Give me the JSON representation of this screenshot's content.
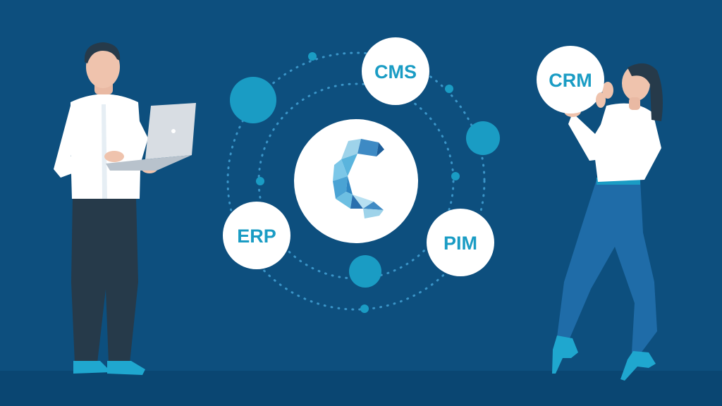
{
  "illustration": {
    "colors": {
      "background": "#0d4f7e",
      "accent": "#1a9cc4",
      "node_fill": "#ffffff",
      "label_text": "#1a9cc4",
      "dots": "#3a94c7"
    },
    "hub": {
      "icon": "polygonal-c-logo"
    },
    "nodes": {
      "cms": {
        "label": "CMS"
      },
      "erp": {
        "label": "ERP"
      },
      "pim": {
        "label": "PIM"
      },
      "crm": {
        "label": "CRM"
      }
    }
  }
}
